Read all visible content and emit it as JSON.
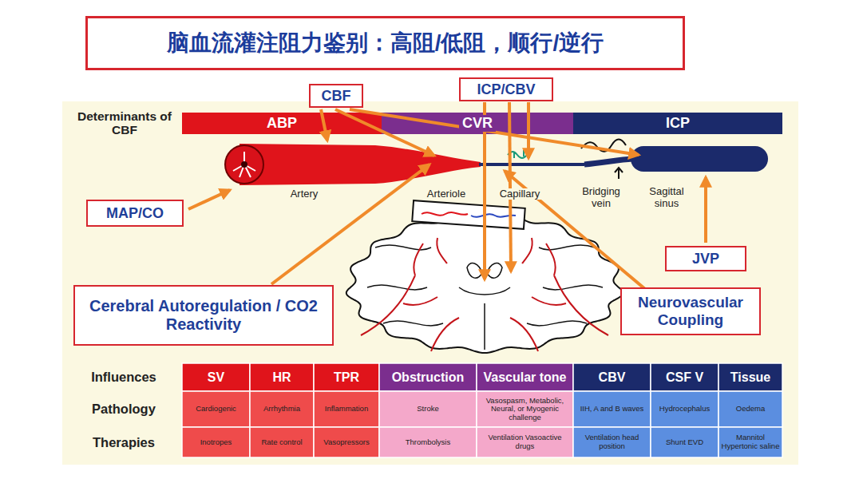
{
  "diagram": {
    "title": "脑血流灌注阻力鉴别：高阻/低阻，顺行/逆行",
    "nodes": [
      {
        "text": [
          "CBF"
        ]
      },
      {
        "text": [
          "ICP/CBV"
        ]
      },
      {
        "text": [
          "ABP"
        ]
      },
      {
        "text": [
          "CVR"
        ]
      },
      {
        "text": [
          "ICP"
        ]
      },
      {
        "text": [
          "MAP/CO"
        ]
      },
      {
        "text": [
          "Cerebral Autoregulation / CO2 Reactivity"
        ]
      },
      {
        "text": [
          "JVP"
        ]
      },
      {
        "text": [
          "Neurovascular Coupling"
        ]
      }
    ],
    "labels": [
      "Determinants of CBF",
      "Artery",
      "Arteriole",
      "Capillary",
      "Bridging vein",
      "Sagittal sinus",
      "Influences",
      "Pathology",
      "Therapies",
      "SV",
      "HR",
      "TPR",
      "Obstruction",
      "Vascular tone",
      "CBV",
      "CSF V",
      "Tissue",
      "Cardiogenic",
      "Arrhythmia",
      "Inflammation",
      "Stroke",
      "Vasospasm, Metabolic, Neural, or Myogenic challenge",
      "IIH, A and B waves",
      "Hydrocephalus",
      "Oedema",
      "Inotropes",
      "Rate control",
      "Vasopressors",
      "Thrombolysis",
      "Ventilation Vasoactive drugs",
      "Ventilation head position",
      "Shunt EVD",
      "Mannitol Hypertonic saline"
    ]
  }
}
